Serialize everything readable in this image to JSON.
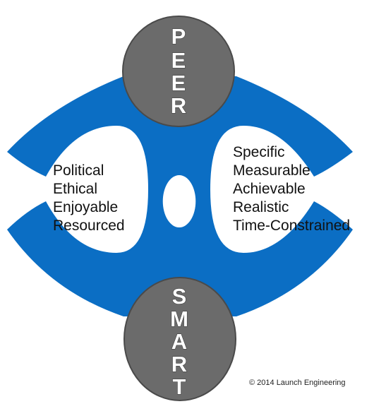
{
  "top_circle": {
    "letters": [
      "P",
      "E",
      "E",
      "R"
    ]
  },
  "bottom_circle": {
    "letters": [
      "S",
      "M",
      "A",
      "R",
      "T"
    ]
  },
  "left_list": [
    "Political",
    "Ethical",
    "Enjoyable",
    "Resourced"
  ],
  "right_list": [
    "Specific",
    "Measurable",
    "Achievable",
    "Realistic",
    "Time-Constrained"
  ],
  "copyright": "© 2014 Launch Engineering",
  "colors": {
    "blue": "#0b6ec4",
    "circle_gray": "#6b6b6b",
    "circle_border": "#4a4a4a"
  }
}
